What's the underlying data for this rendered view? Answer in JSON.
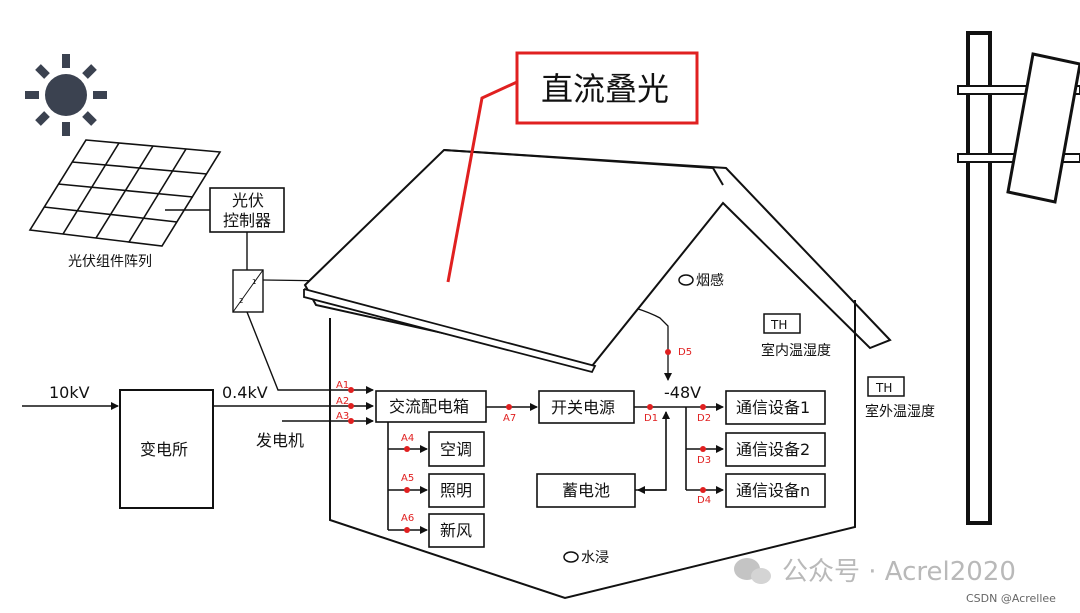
{
  "title_callout": "直流叠光",
  "pv": {
    "array_label": "光伏组件阵列",
    "controller_l1": "光伏",
    "controller_l2": "控制器"
  },
  "grid": {
    "input_voltage": "10kV",
    "substation": "变电所",
    "output_voltage": "0.4kV",
    "generator": "发电机"
  },
  "ac_box": "交流配电箱",
  "psu": "开关电源",
  "dc_voltage": "-48V",
  "battery": "蓄电池",
  "loads": {
    "ac": "空调",
    "lighting": "照明",
    "fresh_air": "新风"
  },
  "telecom": [
    "通信设备1",
    "通信设备2",
    "通信设备n"
  ],
  "sensors": {
    "smoke": "烟感",
    "water": "水浸",
    "th_tag": "TH",
    "indoor": "室内温湿度",
    "outdoor": "室外温湿度"
  },
  "points": {
    "A1": "A1",
    "A2": "A2",
    "A3": "A3",
    "A4": "A4",
    "A5": "A5",
    "A6": "A6",
    "A7": "A7",
    "D1": "D1",
    "D2": "D2",
    "D3": "D3",
    "D4": "D4",
    "D5": "D5"
  },
  "converter_marks": {
    "top": "1",
    "bottom": "2"
  },
  "watermark": "公众号 · Acrel2020",
  "credit": "CSDN @Acrellee",
  "colors": {
    "accent_red": "#e02020",
    "line": "#111111",
    "sun": "#3b4250"
  },
  "icons": [
    "sun-icon",
    "solar-panel-icon",
    "dc-dc-converter-icon",
    "utility-pole-icon",
    "wechat-icon"
  ]
}
